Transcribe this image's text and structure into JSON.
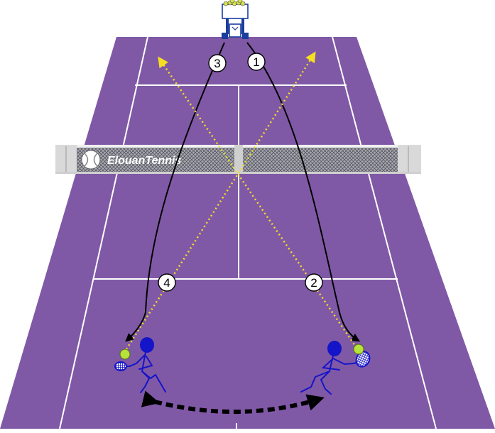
{
  "brand": {
    "name": "ElouanTennis"
  },
  "colors": {
    "court": "#8059A6",
    "lines": "#ffffff",
    "player": "#1414C8",
    "ball": "#B6E23C",
    "shot_path": "#F5E020",
    "feed_path": "#000000"
  },
  "labels": [
    {
      "id": "1",
      "text": "1"
    },
    {
      "id": "2",
      "text": "2"
    },
    {
      "id": "3",
      "text": "3"
    },
    {
      "id": "4",
      "text": "4"
    }
  ]
}
